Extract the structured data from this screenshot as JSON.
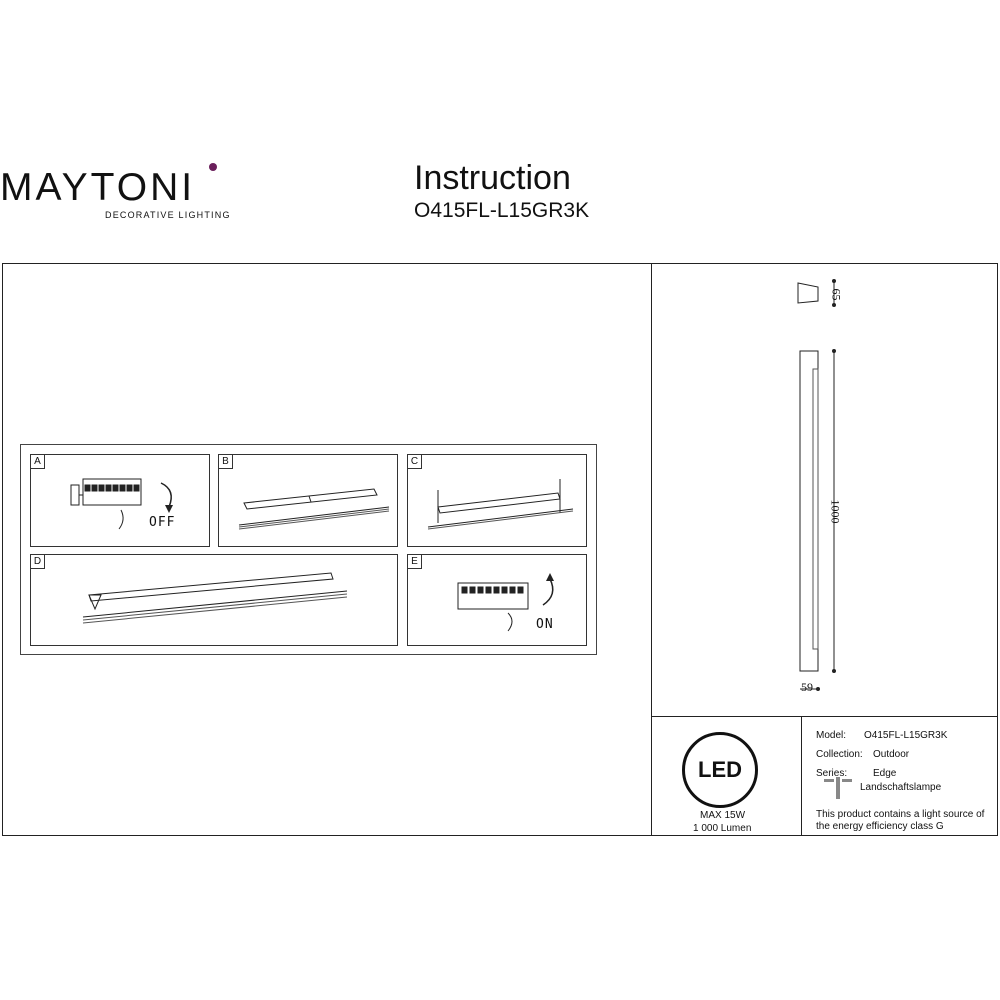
{
  "brand": {
    "name": "MAYTONI",
    "tagline": "DECORATIVE LIGHTING",
    "accent_color": "#6b1f5b"
  },
  "header": {
    "title": "Instruction",
    "model": "O415FL-L15GR3K"
  },
  "steps": [
    {
      "label": "A",
      "switch_text": "OFF"
    },
    {
      "label": "B"
    },
    {
      "label": "C"
    },
    {
      "label": "D"
    },
    {
      "label": "E",
      "switch_text": "ON"
    }
  ],
  "dimensions": {
    "depth": "65",
    "height": "1000",
    "width": "59"
  },
  "power": {
    "badge": "LED",
    "max": "MAX 15W",
    "lumen": "1 000 Lumen"
  },
  "specs": {
    "model_label": "Model:",
    "model_value": "O415FL-L15GR3K",
    "collection_label": "Collection:",
    "collection_value": "Outdoor",
    "series_label": "Series:",
    "series_value": "Edge",
    "type_value": "Landschaftslampe",
    "note": "This product contains a light source of the energy efficiency class G"
  }
}
